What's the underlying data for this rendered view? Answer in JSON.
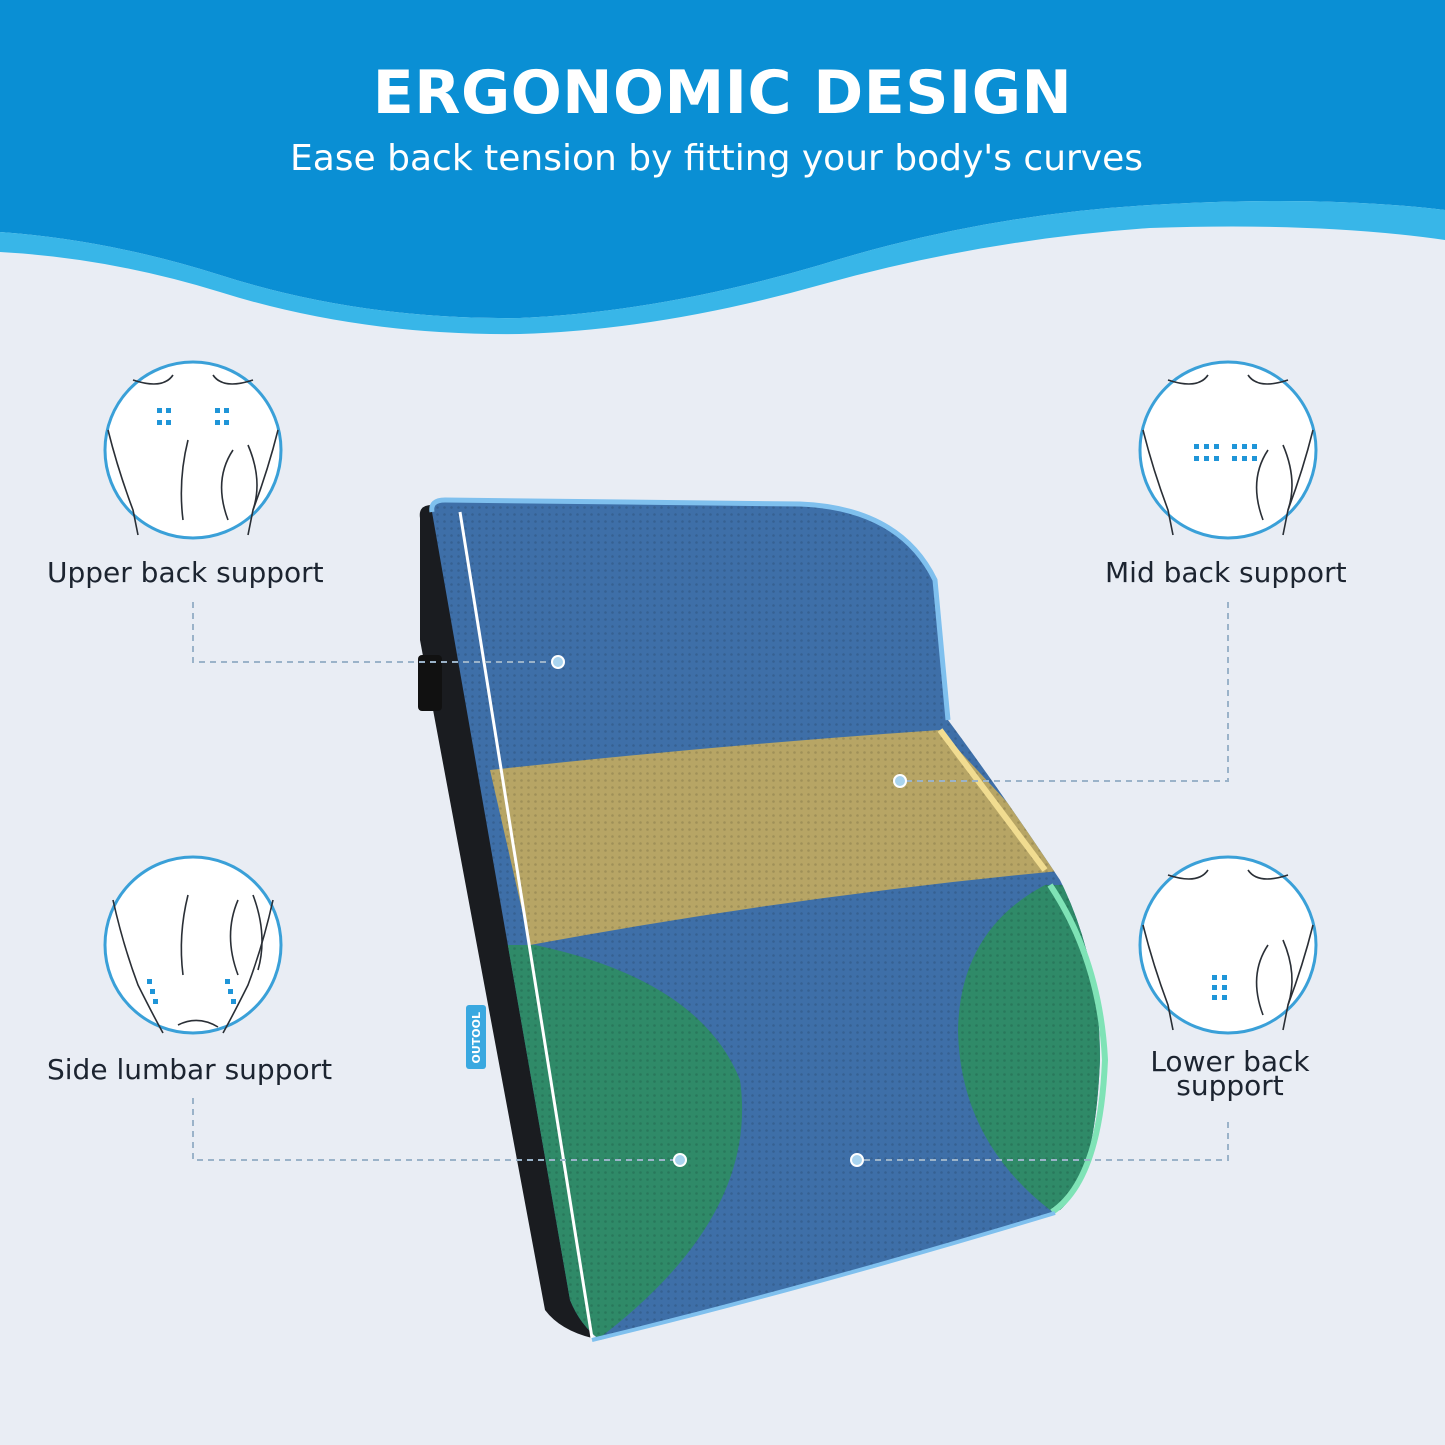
{
  "header": {
    "title": "ERGONOMIC DESIGN",
    "subtitle": "Ease back tension by fitting your body's curves"
  },
  "features": {
    "upper_back": "Upper back support",
    "mid_back": "Mid back support",
    "side_lumbar": "Side lumbar support",
    "lower_back": "Lower back support"
  },
  "brand": "OUTOOL",
  "colors": {
    "banner": "#0a8fd4",
    "wave_light": "#38b6e8",
    "background": "#e9edf4",
    "cushion_blue": "#3e6fa8",
    "cushion_yellow": "#b7a565",
    "cushion_green": "#2f8a68",
    "accent": "#3aa0d8"
  }
}
